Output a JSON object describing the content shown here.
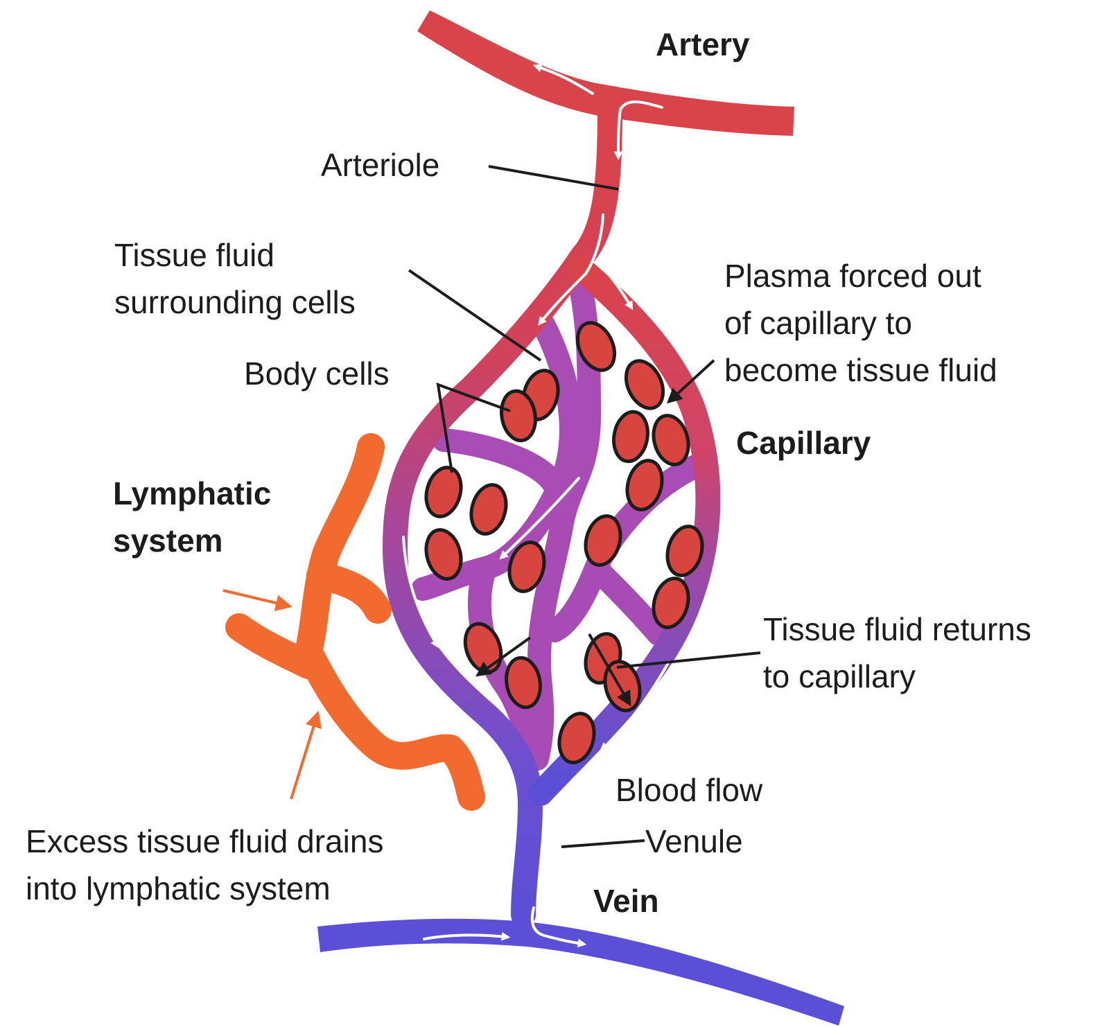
{
  "labels": {
    "artery": "Artery",
    "arteriole": "Arteriole",
    "tissue_fluid_surrounding": [
      "Tissue fluid",
      "surrounding cells"
    ],
    "body_cells": "Body cells",
    "plasma_forced_out": [
      "Plasma forced out",
      "of capillary to",
      "become tissue fluid"
    ],
    "capillary": "Capillary",
    "lymphatic_system": [
      "Lymphatic",
      "system"
    ],
    "tissue_fluid_returns": [
      "Tissue fluid returns",
      "to capillary"
    ],
    "blood_flow": "Blood flow",
    "venule": "Venule",
    "vein": "Vein",
    "excess_tissue_fluid": [
      "Excess tissue fluid drains",
      "into lymphatic system"
    ]
  },
  "colors": {
    "artery": "#d9434a",
    "vein": "#5a4fd6",
    "capillary_mesh": "#a64cb4",
    "lymphatic": "#f26a2e",
    "cell_fill": "#d8453f",
    "cell_outline": "#1c1c1c",
    "label_text": "#1c1c1c",
    "flow_arrow": "#ffffff"
  }
}
